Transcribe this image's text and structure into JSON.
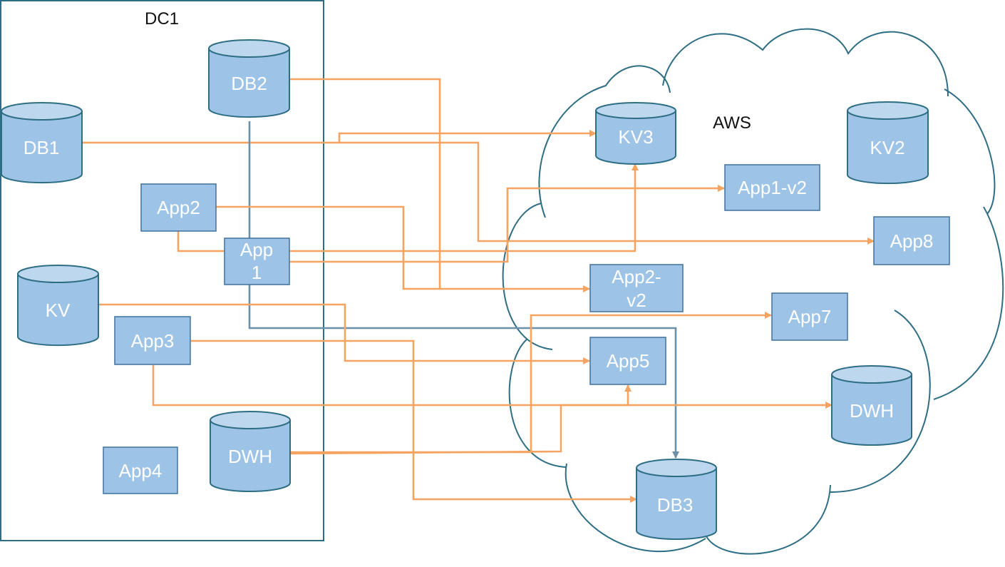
{
  "regions": {
    "dc1": {
      "label": "DC1"
    },
    "aws": {
      "label": "AWS"
    }
  },
  "colors": {
    "node_fill": "#9dc3e6",
    "node_top": "#bdd7ee",
    "outline": "#2e6e84",
    "edge_orange": "#f4a460",
    "edge_blue": "#6b90a8",
    "label": "#ffffff"
  },
  "nodes": {
    "db2": {
      "label": "DB2",
      "kind": "database"
    },
    "db1": {
      "label": "DB1",
      "kind": "database"
    },
    "app2": {
      "label": "App2",
      "kind": "application"
    },
    "app1": {
      "label": [
        "App",
        "1"
      ],
      "kind": "application"
    },
    "kv": {
      "label": "KV",
      "kind": "key-value store"
    },
    "app3": {
      "label": "App3",
      "kind": "application"
    },
    "app4": {
      "label": "App4",
      "kind": "application"
    },
    "dwh_dc1": {
      "label": "DWH",
      "kind": "data warehouse"
    },
    "kv3": {
      "label": "KV3",
      "kind": "key-value store"
    },
    "kv2": {
      "label": "KV2",
      "kind": "key-value store"
    },
    "app1_v2": {
      "label": "App1-v2",
      "kind": "application"
    },
    "app8": {
      "label": "App8",
      "kind": "application"
    },
    "app2_v2": {
      "label": [
        "App2-",
        "v2"
      ],
      "kind": "application"
    },
    "app7": {
      "label": "App7",
      "kind": "application"
    },
    "app5": {
      "label": "App5",
      "kind": "application"
    },
    "dwh_aws": {
      "label": "DWH",
      "kind": "data warehouse"
    },
    "db3": {
      "label": "DB3",
      "kind": "database"
    }
  },
  "edges": [
    {
      "from": "db1",
      "to": "kv3"
    },
    {
      "from": "db1",
      "to": "app8"
    },
    {
      "from": "db2",
      "to": "app2_v2"
    },
    {
      "from": "db2",
      "to": "db3",
      "style": "blue"
    },
    {
      "from": "app2",
      "to": "app2_v2"
    },
    {
      "from": "app2",
      "to": "kv3"
    },
    {
      "from": "app1",
      "to": "app1_v2"
    },
    {
      "from": "kv",
      "to": "app5"
    },
    {
      "from": "app3",
      "to": "db3"
    },
    {
      "from": "app3",
      "to": "dwh_aws"
    },
    {
      "from": "dwh_dc1",
      "to": "app7"
    },
    {
      "from": "dwh_dc1",
      "to": "app5"
    }
  ]
}
